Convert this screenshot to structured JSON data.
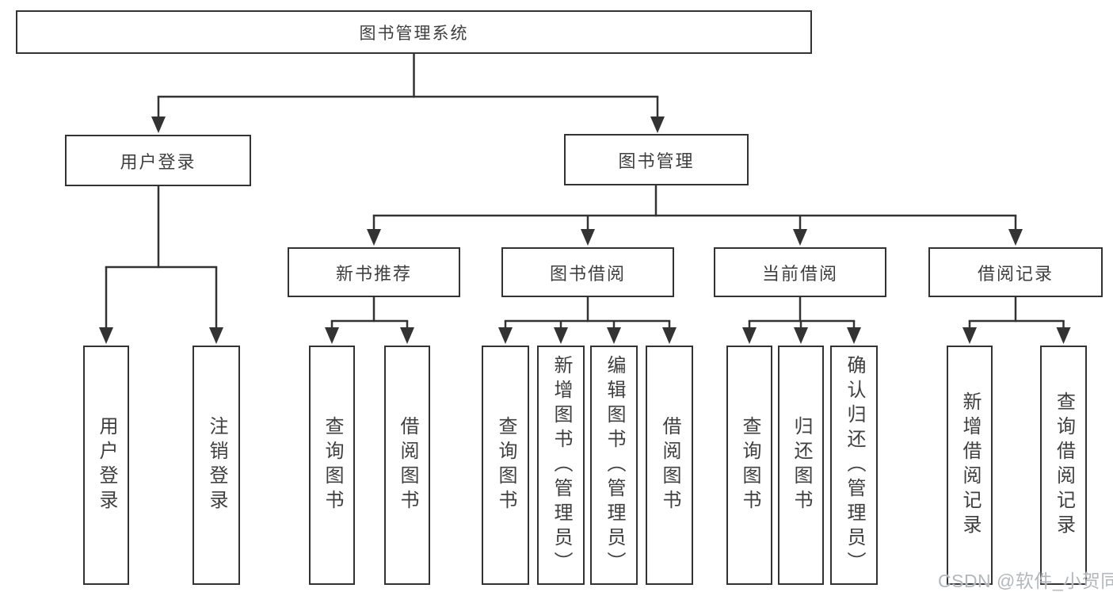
{
  "root": {
    "label": "图书管理系统"
  },
  "branches": [
    {
      "label": "用户登录",
      "children": [
        {
          "label": "用户登录"
        },
        {
          "label": "注销登录"
        }
      ]
    },
    {
      "label": "图书管理",
      "sections": [
        {
          "label": "新书推荐",
          "children": [
            {
              "label": "查询图书"
            },
            {
              "label": "借阅图书"
            }
          ]
        },
        {
          "label": "图书借阅",
          "children": [
            {
              "label": "查询图书"
            },
            {
              "label": "新增图书（管理员）"
            },
            {
              "label": "编辑图书（管理员）"
            },
            {
              "label": "借阅图书"
            }
          ]
        },
        {
          "label": "当前借阅",
          "children": [
            {
              "label": "查询图书"
            },
            {
              "label": "归还图书"
            },
            {
              "label": "确认归还（管理员）"
            }
          ]
        },
        {
          "label": "借阅记录",
          "children": [
            {
              "label": "新增借阅记录"
            },
            {
              "label": "查询借阅记录"
            }
          ]
        }
      ]
    }
  ],
  "watermark": "CSDN @软件_小贺同学",
  "colors": {
    "line": "#333333",
    "text": "#3f3f3f",
    "watermark": "#b2b8be"
  }
}
